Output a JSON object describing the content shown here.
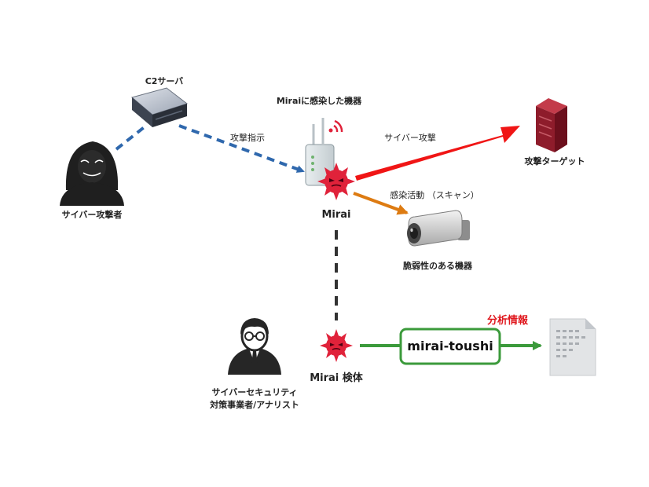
{
  "nodes": {
    "c2_server": "C2サーバ",
    "attacker": "サイバー攻撃者",
    "infected_device": "Miraiに感染した機器",
    "mirai": "Mirai",
    "target": "攻撃ターゲット",
    "vulnerable_device": "脆弱性のある機器",
    "specimen": "Mirai 検体",
    "analyst_line1": "サイバーセキュリティ",
    "analyst_line2": "対策事業者/アナリスト",
    "tool": "mirai-toushi",
    "analysis_info": "分析情報"
  },
  "edges": {
    "attack_command": "攻撃指示",
    "cyber_attack": "サイバー攻撃",
    "infection_activity": "感染活動 （スキャン）"
  },
  "colors": {
    "command_line": "#2f68ad",
    "attack_arrow": "#f01515",
    "infection_arrow": "#dd7b12",
    "tool_line": "#3b9a3b",
    "virus": "#e0223a",
    "dashed_dark": "#333333",
    "highlight": "#e0191f"
  }
}
